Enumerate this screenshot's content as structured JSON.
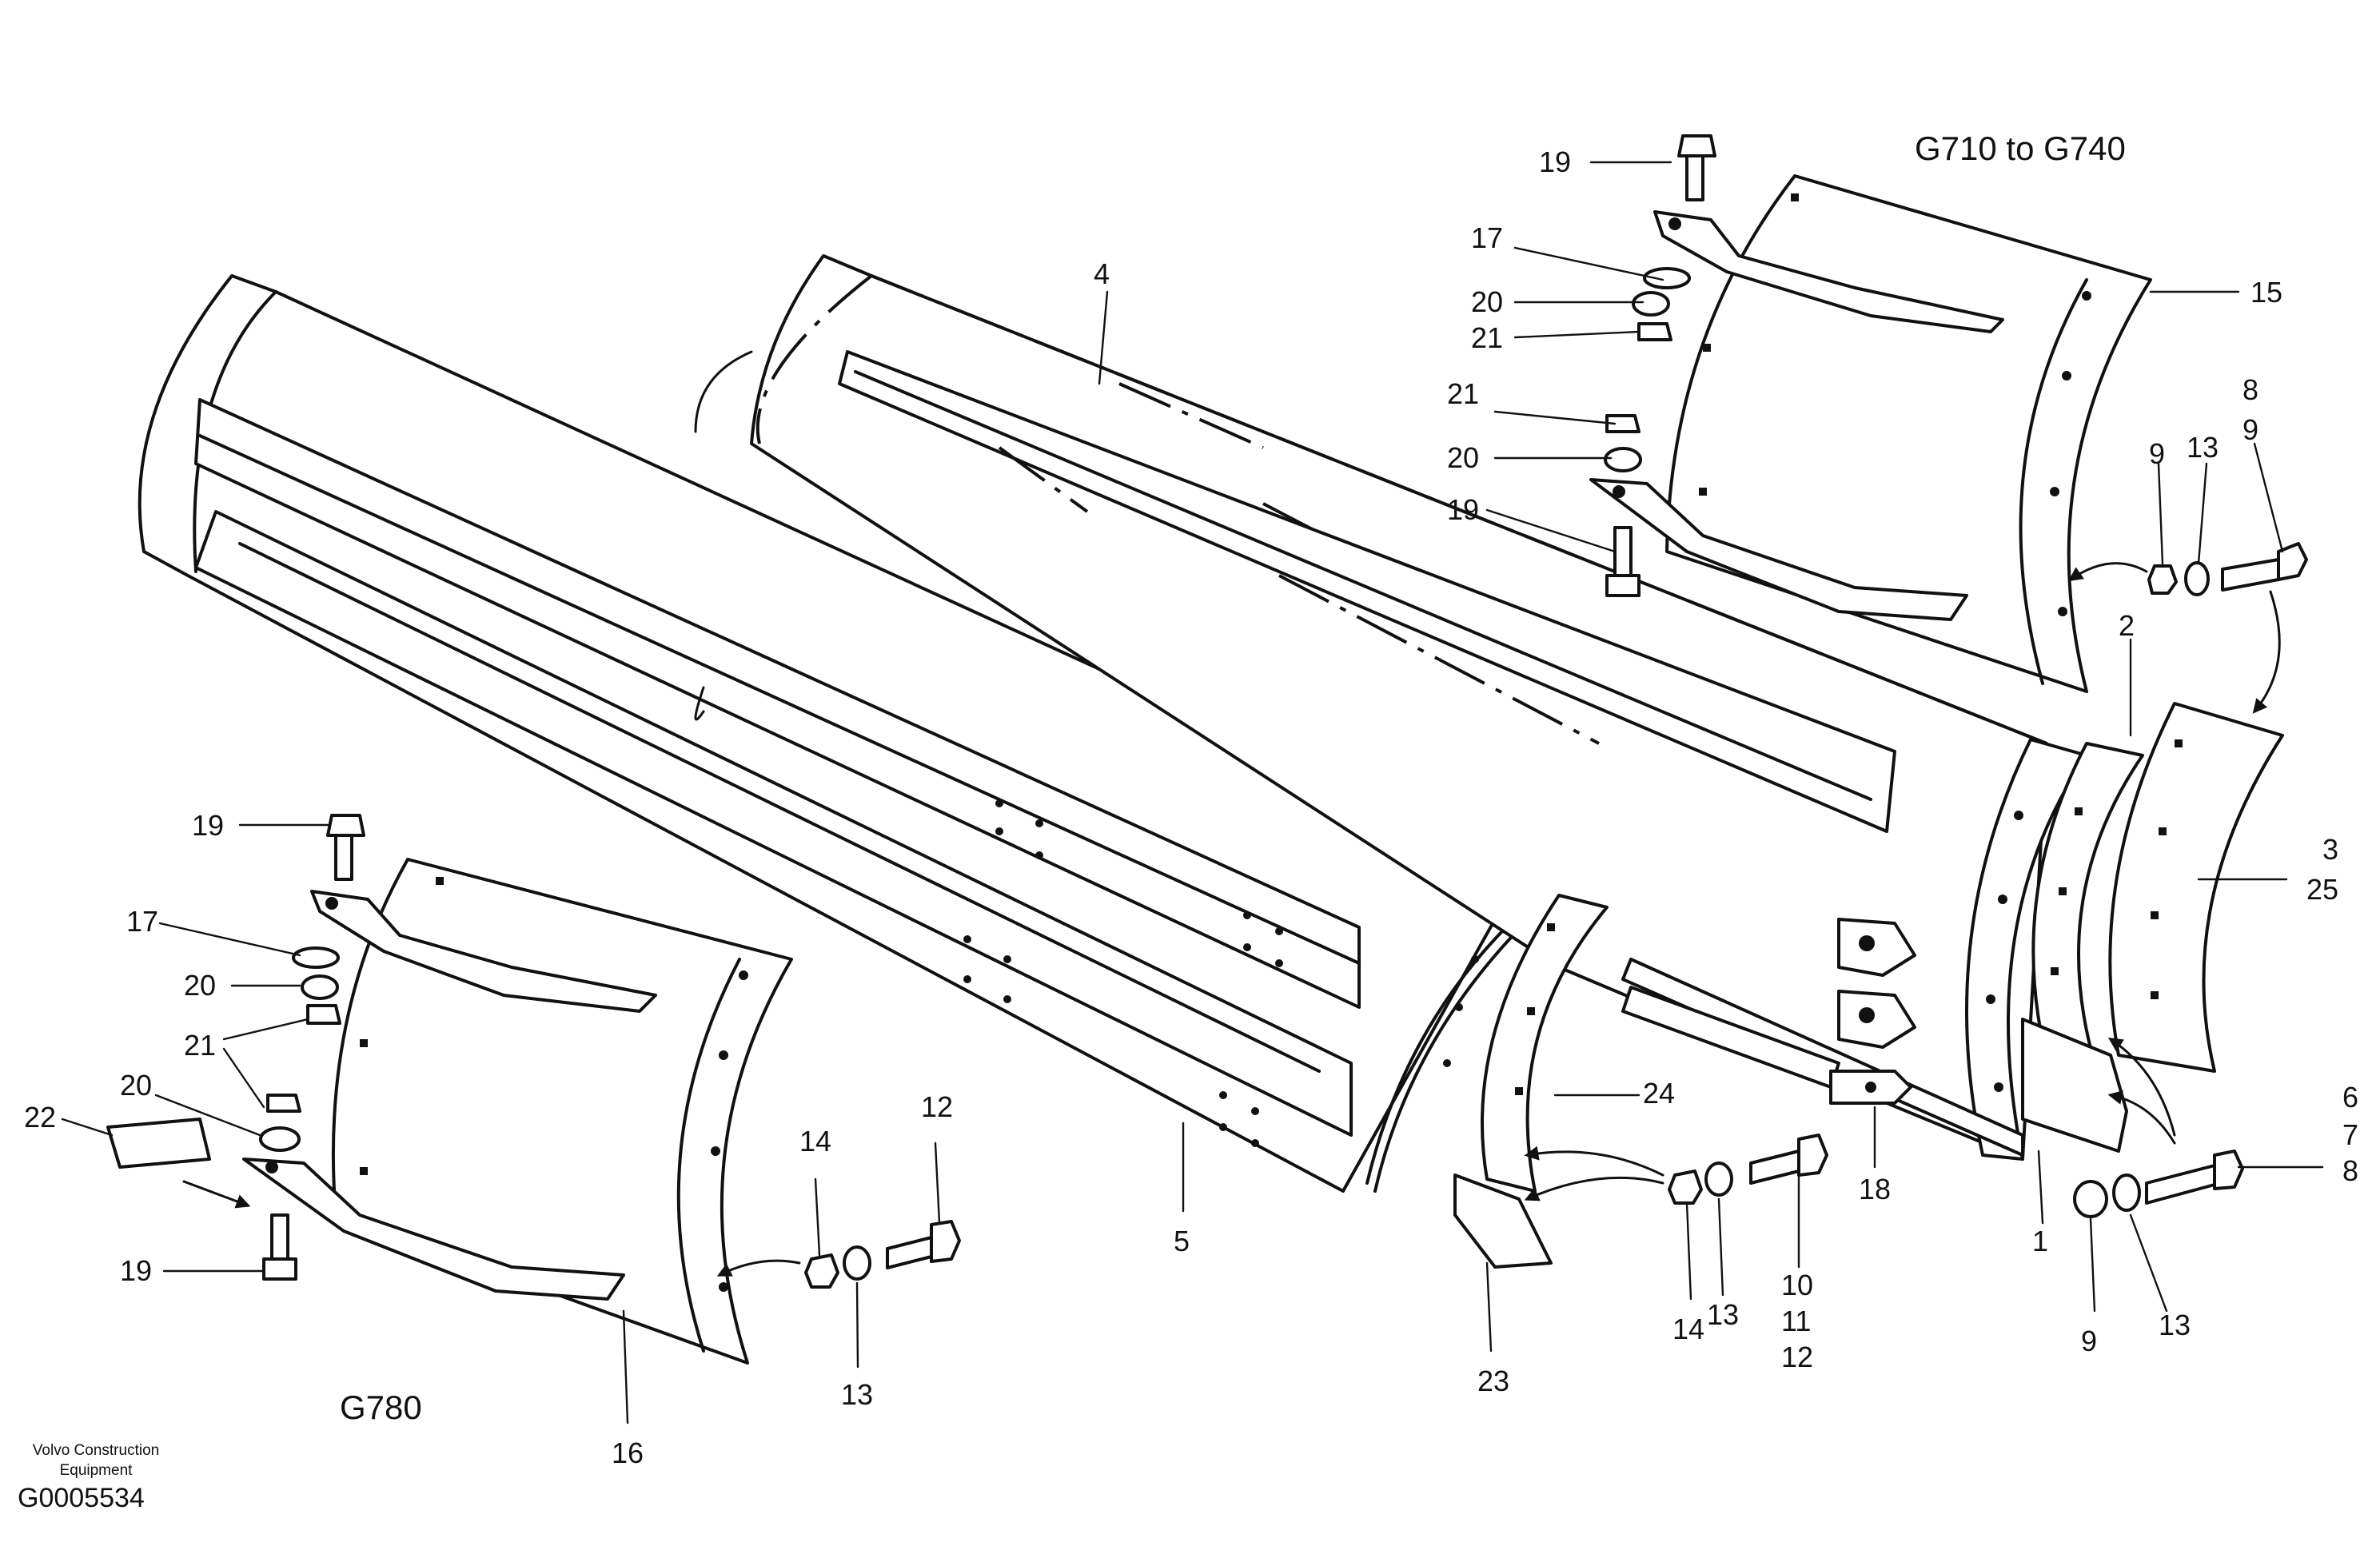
{
  "diagram": {
    "variant_labels": {
      "top_right": "G710 to G740",
      "bottom_left": "G780"
    },
    "footer": {
      "brand_line1": "Volvo Construction",
      "brand_line2": "Equipment",
      "code": "G0005534"
    },
    "callouts": {
      "c19_top": "19",
      "c17_top": "17",
      "c20_top": "20",
      "c21_top": "21",
      "c4": "4",
      "c15": "15",
      "c21_mid": "21",
      "c20_mid": "20",
      "c19_mid": "19",
      "c8_top": "8",
      "c9_top": "9",
      "c9_r": "9",
      "c13_r": "13",
      "c2": "2",
      "c3": "3",
      "c25": "25",
      "c6": "6",
      "c7": "7",
      "c8_bot": "8",
      "c9_bot": "9",
      "c13_bot": "13",
      "c1": "1",
      "c18": "18",
      "c10": "10",
      "c11": "11",
      "c12_mid": "12",
      "c13_mid": "13",
      "c14_mid": "14",
      "c24": "24",
      "c23": "23",
      "c5": "5",
      "c19_l": "19",
      "c17_l": "17",
      "c20_l": "20",
      "c21_l": "21",
      "c20_l2": "20",
      "c22": "22",
      "c19_l2": "19",
      "c14_l": "14",
      "c12_l": "12",
      "c13_l": "13",
      "c16": "16"
    }
  }
}
